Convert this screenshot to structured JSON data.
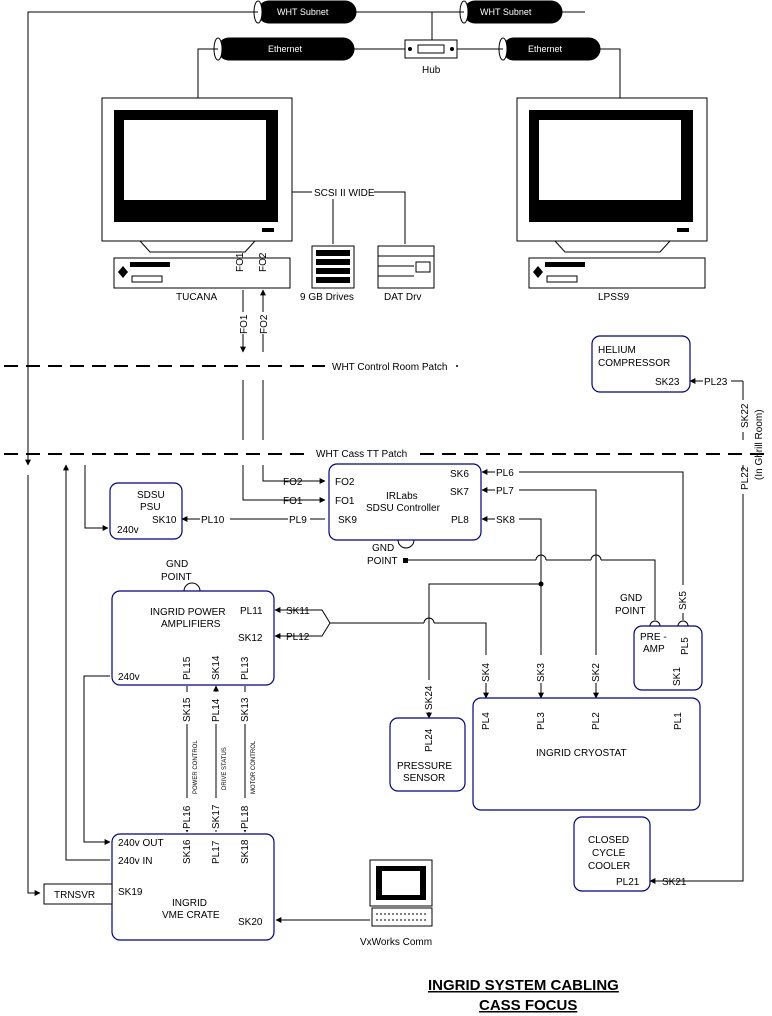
{
  "cables": {
    "subnet_left": "WHT Subnet",
    "subnet_right": "WHT Subnet",
    "eth_left": "Ethernet",
    "eth_right": "Ethernet"
  },
  "hub": "Hub",
  "scsi": "SCSI II WIDE",
  "computers": {
    "left": "TUCANA",
    "right": "LPSS9"
  },
  "fo": {
    "fo1": "FO1",
    "fo2": "FO2"
  },
  "drives": "9 GB Drives",
  "dat": "DAT Drv",
  "patches": {
    "control_room": "WHT Control Room Patch",
    "cass_tt": "WHT Cass TT Patch"
  },
  "helium": {
    "line1": "HELIUM",
    "line2": "COMPRESSOR",
    "sk": "SK23",
    "pl": "PL23"
  },
  "sk22": "SK22",
  "pl22": "PL22",
  "ghrill": "(In Ghrill Room)",
  "sdsu_psu": {
    "line1": "SDSU",
    "line2": "PSU",
    "sk": "SK10",
    "v": "240v",
    "pl10": "PL10"
  },
  "controller": {
    "line1": "IRLabs",
    "line2": "SDSU Controller",
    "fo2": "FO2",
    "fo1": "FO1",
    "sk9": "SK9",
    "sk6": "SK6",
    "sk7": "SK7",
    "pl8": "PL8",
    "pl6": "PL6",
    "pl7": "PL7",
    "sk8": "SK8",
    "pl9": "PL9"
  },
  "gnd1": {
    "l1": "GND",
    "l2": "POINT"
  },
  "gnd2": {
    "l1": "GND",
    "l2": "POINT"
  },
  "gnd3": {
    "l1": "GND",
    "l2": "POINT"
  },
  "amps": {
    "line1": "INGRID POWER",
    "line2": "AMPLIFIERS",
    "pl11": "PL11",
    "pl12": "SK12",
    "v": "240v",
    "pl15": "PL15",
    "sk14": "SK14",
    "pl13": "PL13",
    "sk11": "SK11",
    "pl12b": "PL12"
  },
  "preamp": {
    "l1": "PRE -",
    "l2": "AMP",
    "pl5": "PL5",
    "sk1": "SK1",
    "sk5": "SK5"
  },
  "conns": {
    "sk4": "SK4",
    "sk3": "SK3",
    "sk2": "SK2",
    "sk24": "SK24",
    "sk15": "SK15",
    "pl14": "PL14",
    "sk13": "SK13",
    "pl16": "PL16",
    "sk17": "SK17",
    "pl18": "PL18"
  },
  "cryostat": {
    "name": "INGRID CRYOSTAT",
    "pl4": "PL4",
    "pl3": "PL3",
    "pl2": "PL2",
    "pl1": "PL1"
  },
  "pressure": {
    "pl": "PL24",
    "l1": "PRESSURE",
    "l2": "SENSOR"
  },
  "vlabels": {
    "power": "POWER CONTROL",
    "drive": "DRIVE STATUS",
    "motor": "MOTOR CONTROL"
  },
  "cooler": {
    "l1": "CLOSED",
    "l2": "CYCLE",
    "l3": "COOLER",
    "pl": "PL21",
    "sk": "SK21"
  },
  "vme": {
    "out": "240v OUT",
    "in": "240v IN",
    "sk16": "SK16",
    "pl17": "PL17",
    "sk18": "SK18",
    "sk19": "SK19",
    "name1": "INGRID",
    "name2": "VME CRATE",
    "sk20": "SK20"
  },
  "trnsvr": "TRNSVR",
  "vxworks": "VxWorks Comm",
  "title": {
    "l1": "INGRID SYSTEM CABLING",
    "l2": "CASS FOCUS"
  }
}
